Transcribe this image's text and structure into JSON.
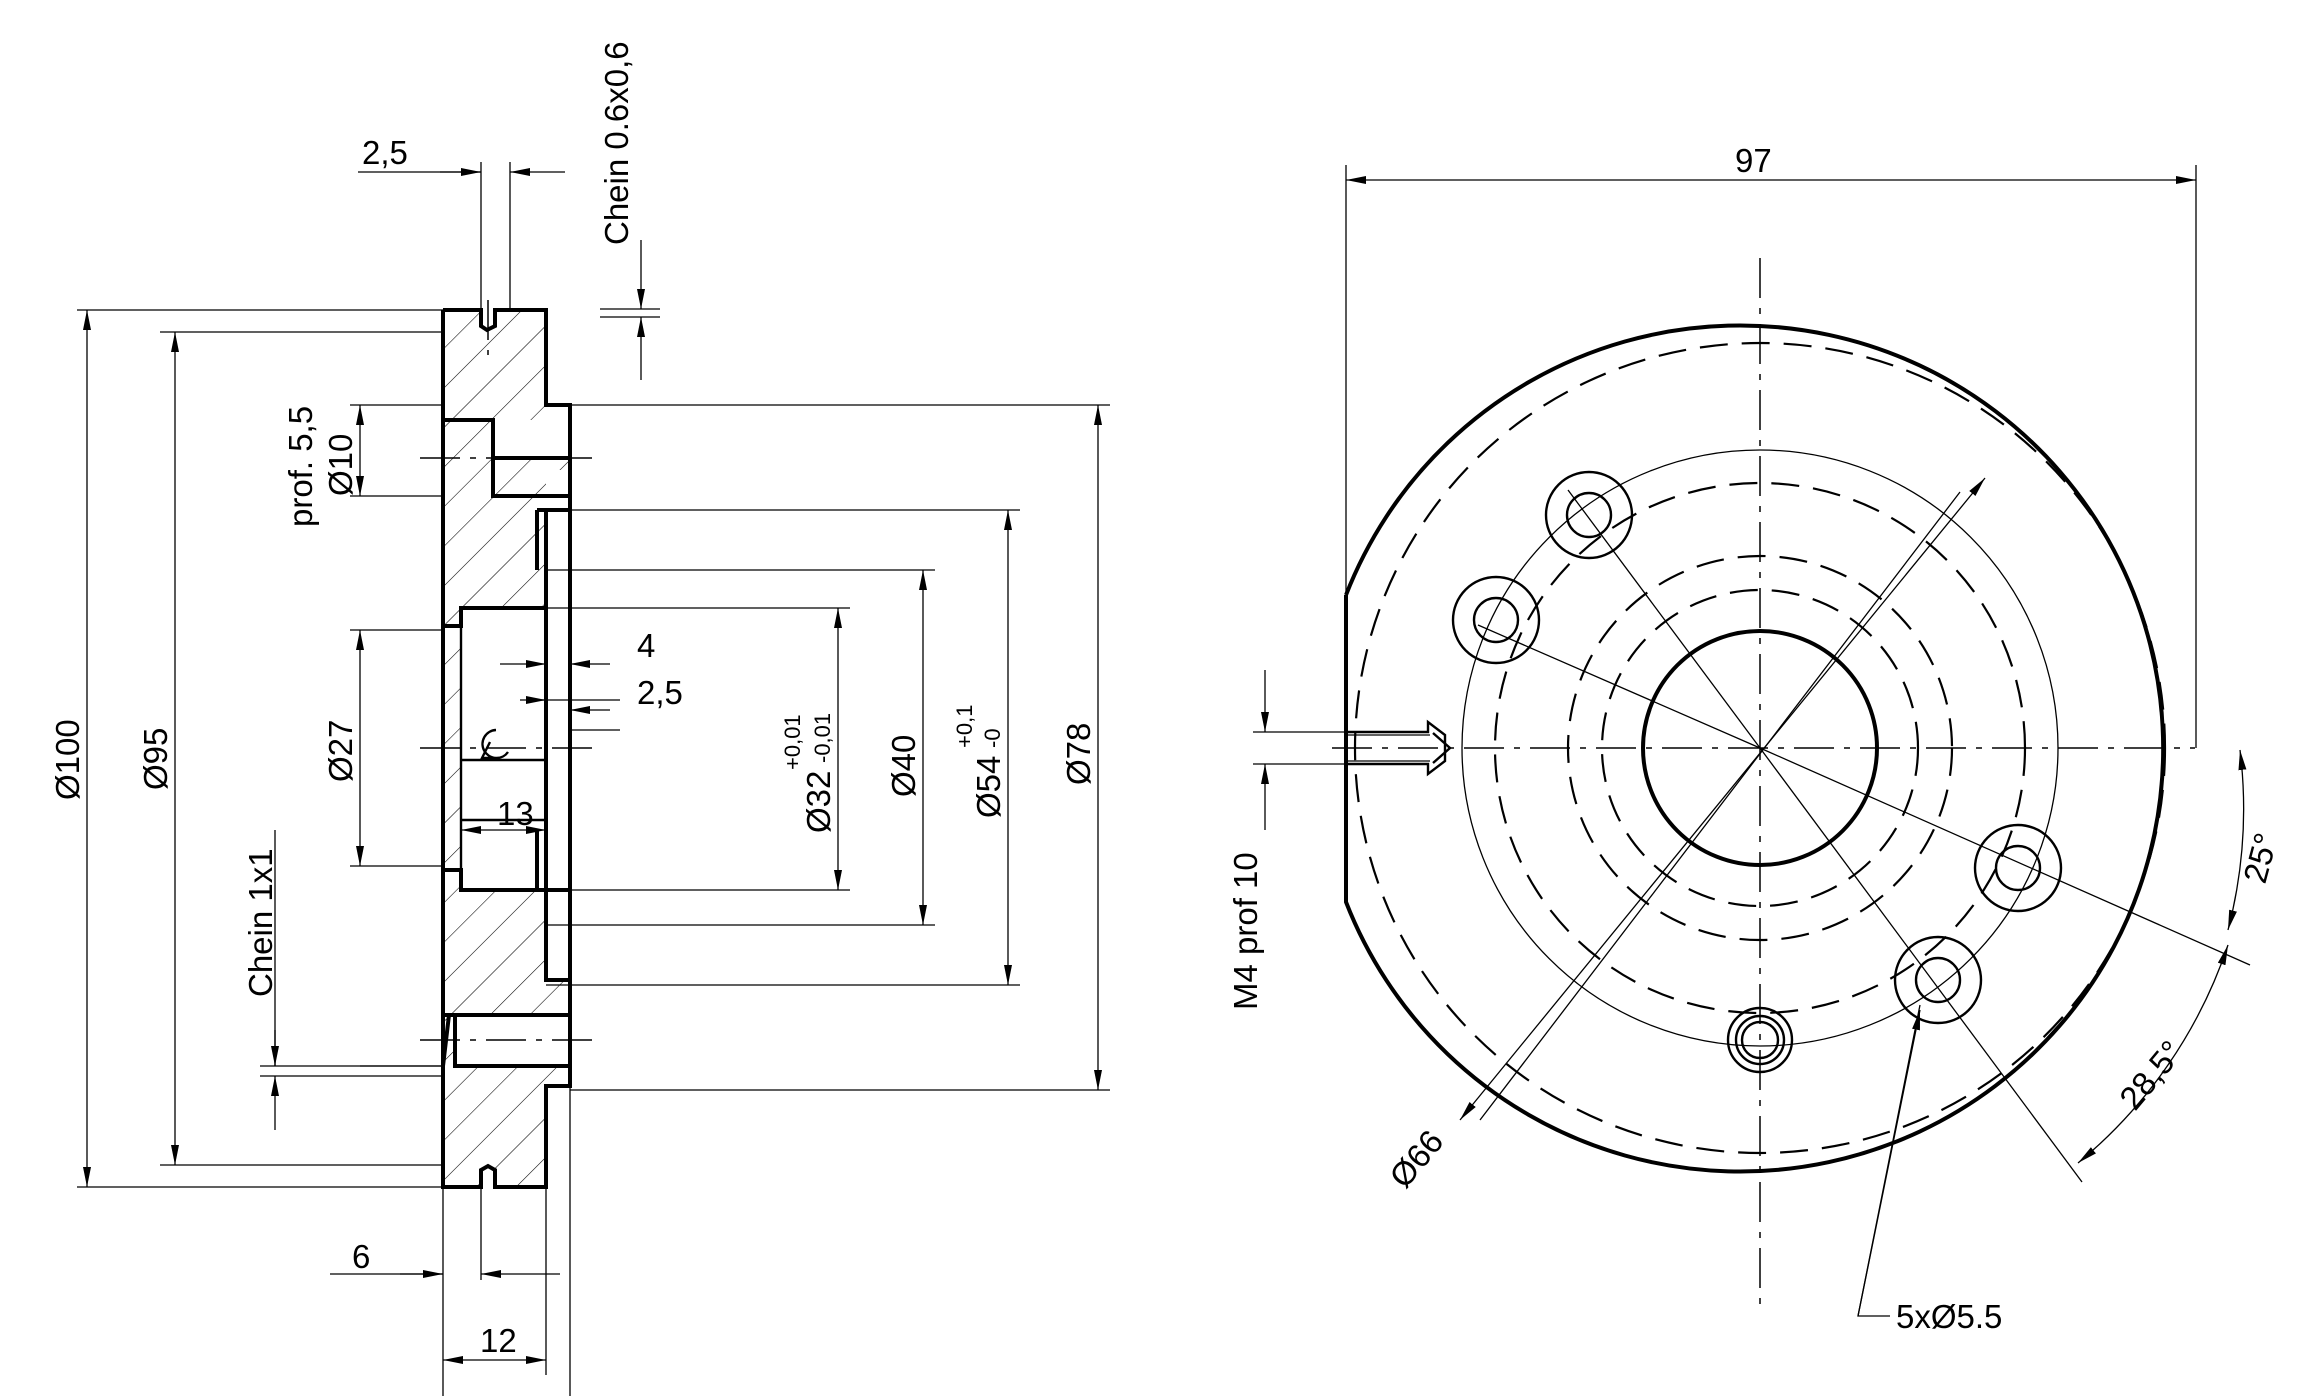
{
  "side_view": {
    "dims": {
      "groove_width": "2,5",
      "chamfer_top": "Chein 0.6x0,6",
      "counterbore_depth": "prof. 5,5",
      "counterbore_dia": "Ø10",
      "outer_dia": "Ø100",
      "flange_dia": "Ø95",
      "bore_dia": "Ø27",
      "chamfer_bottom": "Chein 1x1",
      "step_depth": "4",
      "step_offset": "2,5",
      "fit_dia": "Ø32",
      "fit_tol_upper": "+0,01",
      "fit_tol_lower": "-0,01",
      "recess_dia": "Ø40",
      "spigot_dia": "Ø54",
      "spigot_tol_upper": "+0,1",
      "spigot_tol_lower": "-0",
      "pcd_dia": "Ø78",
      "bore_depth": "13",
      "groove_pos": "6",
      "total_width": "12"
    }
  },
  "front_view": {
    "dims": {
      "width": "97",
      "thread": "M4 prof 10",
      "pitch_dia": "Ø66",
      "angle_a": "25°",
      "angle_b": "28,5°",
      "holes": "5xØ5.5"
    }
  }
}
